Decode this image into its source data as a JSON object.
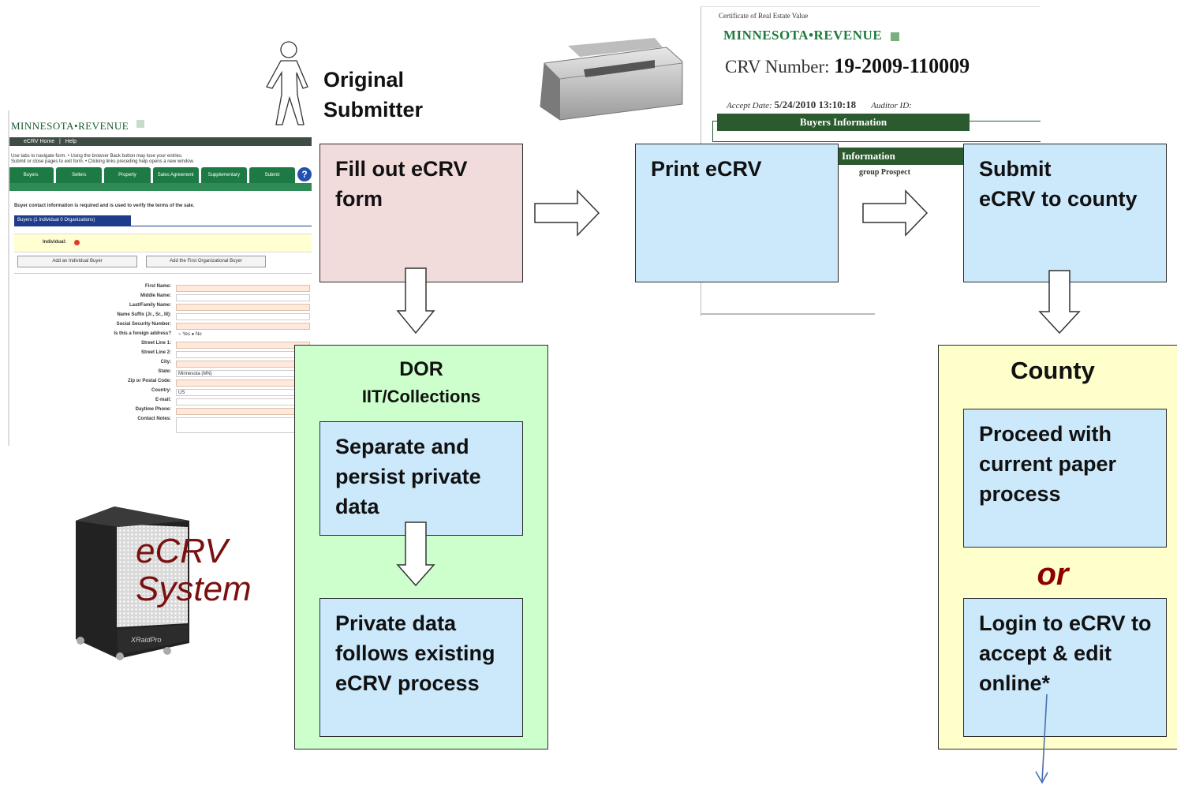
{
  "submitter": {
    "label_line1": "Original",
    "label_line2": "Submitter"
  },
  "steps": {
    "fill": "Fill out eCRV\nform",
    "print": "Print eCRV",
    "submit": "Submit\neCRV to county"
  },
  "dor": {
    "title": "DOR",
    "subtitle": "IIT/Collections",
    "separate": "Separate and\npersist private\ndata",
    "private": "Private data\nfollows existing\neCRV process"
  },
  "county": {
    "title": "County",
    "paper": "Proceed with\ncurrent paper\nprocess",
    "or": "or",
    "login": "Login to eCRV to\naccept & edit\nonline*"
  },
  "system": {
    "line1": "eCRV",
    "line2": "System",
    "server_brand": "XRaidPro"
  },
  "form_screenshot": {
    "logo": "MINNESOTA•REVENUE",
    "nav_home": "eCRV Home",
    "nav_help": "Help",
    "tabs": [
      "Buyers",
      "Sellers",
      "Property",
      "Sales Agreement",
      "Supplementary",
      "Submit"
    ],
    "intro_line1": "Use tabs to navigate form.  • Using the browser Back button may lose your entries.",
    "intro_line2": "Submit or close pages to exit form.  • Clicking links preceding help opens a new window.",
    "buyer_note": "Buyer contact information is required and is used to verify the terms of the sale.",
    "buyers_tab": "Buyers (1 Individual 0 Organizations)",
    "individual": "Individual:",
    "add_individual": "Add an Individual Buyer",
    "add_org": "Add the First Organizational Buyer",
    "fields": [
      "First Name:",
      "Middle Name:",
      "Last/Family Name:",
      "Name Suffix (Jr., Sr., III):",
      "Social Security Number:",
      "Is this a foreign address?",
      "Street Line 1:",
      "Street Line 2:",
      "City:",
      "State:",
      "Zip or Postal Code:",
      "Country:",
      "E-mail:",
      "Daytime Phone:",
      "Contact Notes:"
    ],
    "state_value": "Minnesota (MN)",
    "country_value": "US",
    "yes": "Yes",
    "no": "No"
  },
  "certificate": {
    "small_title": "Certificate of Real Estate Value",
    "logo": "MINNESOTA•REVENUE",
    "crv_label": "CRV Number:",
    "crv_number": "19-2009-110009",
    "accept_label": "Accept Date:",
    "accept_value": "5/24/2010 13:10:18",
    "auditor_label": "Auditor ID:",
    "section1": "Buyers Information",
    "section2": "Information",
    "row_text": "group  Prospect"
  },
  "colors": {
    "blue_box": "#cbe9fb",
    "pink_box": "#f2dcdb",
    "green_box": "#ccffcc",
    "yellow_box": "#ffffcc",
    "accent_red": "#8b0000"
  }
}
